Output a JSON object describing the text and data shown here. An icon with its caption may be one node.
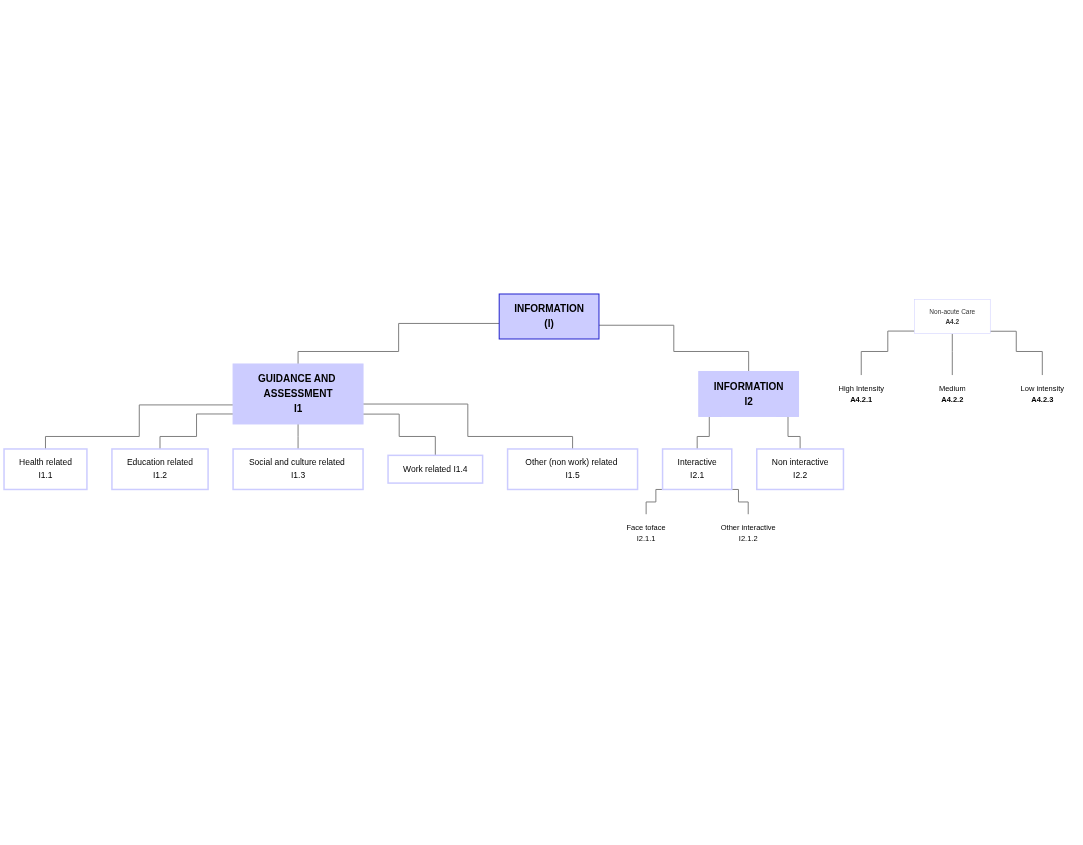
{
  "diagram": {
    "nodes": [
      {
        "text": [
          "INFORMATION",
          "(I)"
        ]
      },
      {
        "text": [
          "GUIDANCE AND ASSESSMENT",
          "I1"
        ]
      },
      {
        "text": [
          "INFORMATION",
          "I2"
        ]
      },
      {
        "text": [
          "Health related",
          "I1.1"
        ]
      },
      {
        "text": [
          "Education related",
          "I1.2"
        ]
      },
      {
        "text": [
          "Social and culture related I1.3"
        ]
      },
      {
        "text": [
          "Work related I1.4"
        ]
      },
      {
        "text": [
          "Other (non work) related I1.5"
        ]
      },
      {
        "text": [
          "Interactive",
          "I2.1"
        ]
      },
      {
        "text": [
          "Non interactive",
          "I2.2"
        ]
      },
      {
        "text": [
          "Face toface",
          "I2.1.1"
        ]
      },
      {
        "text": [
          "Other interactive",
          "I2.1.2"
        ]
      },
      {
        "text": [
          "Non-acute Care",
          "A4.2"
        ]
      },
      {
        "text": [
          "High Intensity",
          "A4.2.1"
        ]
      },
      {
        "text": [
          "Medium",
          "A4.2.2"
        ]
      },
      {
        "text": [
          "Low intensity",
          "A4.2.3"
        ]
      }
    ],
    "edges": [
      {
        "from": 0,
        "to": 1,
        "arrow": "none"
      },
      {
        "from": 0,
        "to": 2,
        "arrow": "none"
      },
      {
        "from": 1,
        "to": 3,
        "arrow": "none"
      },
      {
        "from": 1,
        "to": 4,
        "arrow": "none"
      },
      {
        "from": 1,
        "to": 5,
        "arrow": "none"
      },
      {
        "from": 1,
        "to": 6,
        "arrow": "none"
      },
      {
        "from": 1,
        "to": 7,
        "arrow": "none"
      },
      {
        "from": 2,
        "to": 8,
        "arrow": "none"
      },
      {
        "from": 2,
        "to": 9,
        "arrow": "none"
      },
      {
        "from": 8,
        "to": 10,
        "arrow": "none"
      },
      {
        "from": 8,
        "to": 11,
        "arrow": "none"
      },
      {
        "from": 12,
        "to": 13,
        "arrow": "none"
      },
      {
        "from": 12,
        "to": 14,
        "arrow": "none"
      },
      {
        "from": 12,
        "to": 15,
        "arrow": "none"
      }
    ]
  }
}
